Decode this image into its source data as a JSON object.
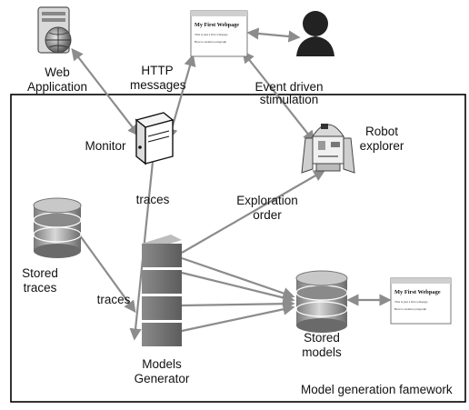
{
  "labels": {
    "web_application_line1": "Web",
    "web_application_line2": "Application",
    "http_line1": "HTTP",
    "http_line2": "messages",
    "event_line1": "Event driven",
    "event_line2": "stimulation",
    "monitor": "Monitor",
    "robot_line1": "Robot",
    "robot_line2": "explorer",
    "traces_upper": "traces",
    "exploration_line1": "Exploration",
    "exploration_line2": "order",
    "stored_traces_line1": "Stored",
    "stored_traces_line2": "traces",
    "traces_lower": "traces",
    "stored_models_line1": "Stored",
    "stored_models_line2": "models",
    "models_generator_line1": "Models",
    "models_generator_line2": "Generator",
    "framework": "Model generation famework"
  },
  "webpage": {
    "title": "My First Webpage",
    "text_line1": "This is just a first webpage",
    "text_line2": "Here is another paragraph"
  },
  "colors": {
    "arrow": "#8c8c8c",
    "frame": "#000000",
    "block": "#6e6e6e",
    "cylinder": "#9a9a9a"
  }
}
